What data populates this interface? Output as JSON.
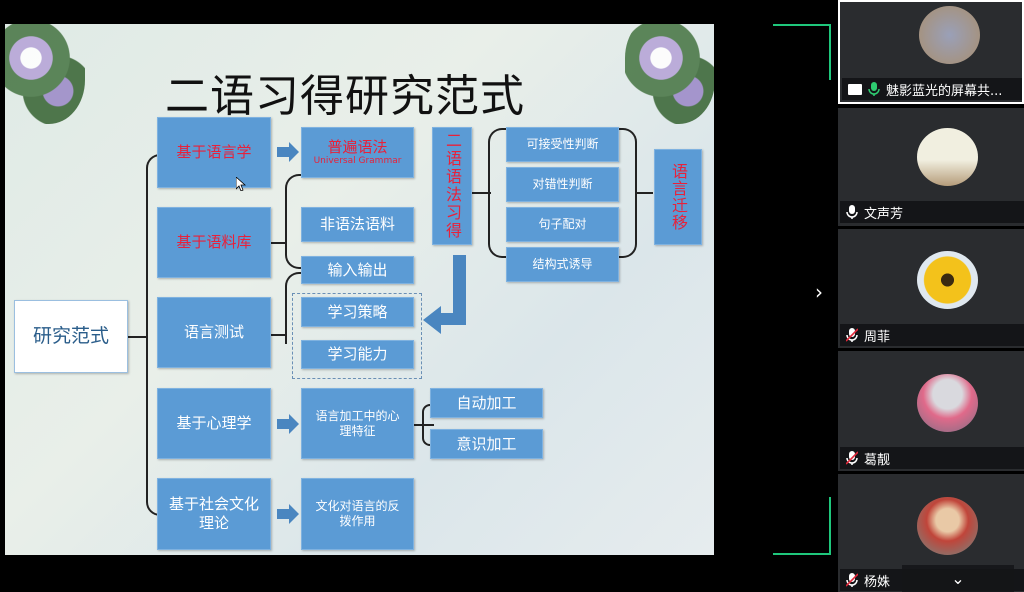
{
  "slide": {
    "title": "二语习得研究范式",
    "root": "研究范式",
    "left": [
      "基于语言学",
      "基于语料库",
      "语言测试",
      "基于心理学",
      "基于社会文化理论"
    ],
    "universal_grammar": {
      "cn": "普遍语法",
      "en": "Universal Grammar"
    },
    "middle": [
      "非语法语料",
      "输入输出",
      "学习策略",
      "学习能力",
      "语言加工中的心理特征",
      "文化对语言的反拨作用"
    ],
    "l2_grammar": "二语语法习得",
    "methods": [
      "可接受性判断",
      "对错性判断",
      "句子配对",
      "结构式诱导"
    ],
    "transfer": "语言迁移",
    "processing": [
      "自动加工",
      "意识加工"
    ]
  },
  "participants": [
    {
      "name": "魅影蓝光的屏幕共...",
      "mic": "on",
      "sharing": true,
      "active": true
    },
    {
      "name": "文声芳",
      "mic": "on"
    },
    {
      "name": "周菲",
      "mic": "muted"
    },
    {
      "name": "葛靓",
      "mic": "muted"
    },
    {
      "name": "杨姝",
      "mic": "muted"
    }
  ],
  "colors": {
    "box": "#5b9bd5",
    "accent_red": "#e8213a",
    "bracket": "#1fc77c"
  }
}
